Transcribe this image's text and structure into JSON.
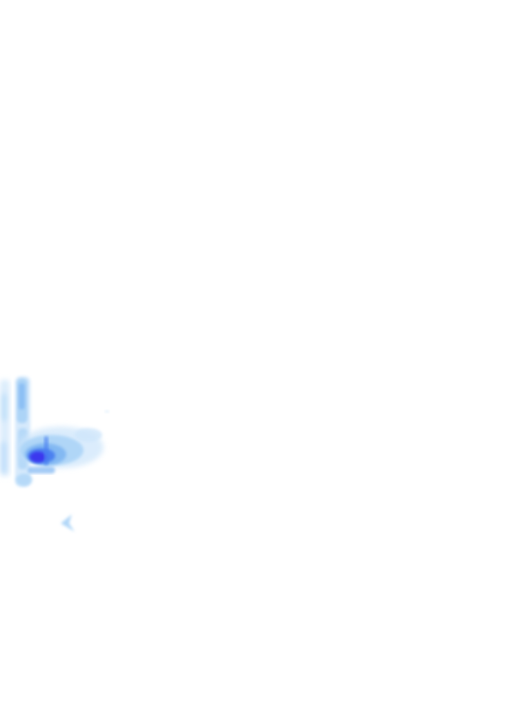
{
  "map": {
    "layer": "precipitation-radar",
    "background_color": "#ffffff",
    "palette": {
      "light": "#cfe6fb",
      "light_mid": "#a9d3f7",
      "mid": "#7fb6f2",
      "strong": "#4a7ff0",
      "intense": "#3a36ee"
    },
    "intensity_levels": [
      "light",
      "light_mid",
      "mid",
      "strong",
      "intense"
    ]
  }
}
